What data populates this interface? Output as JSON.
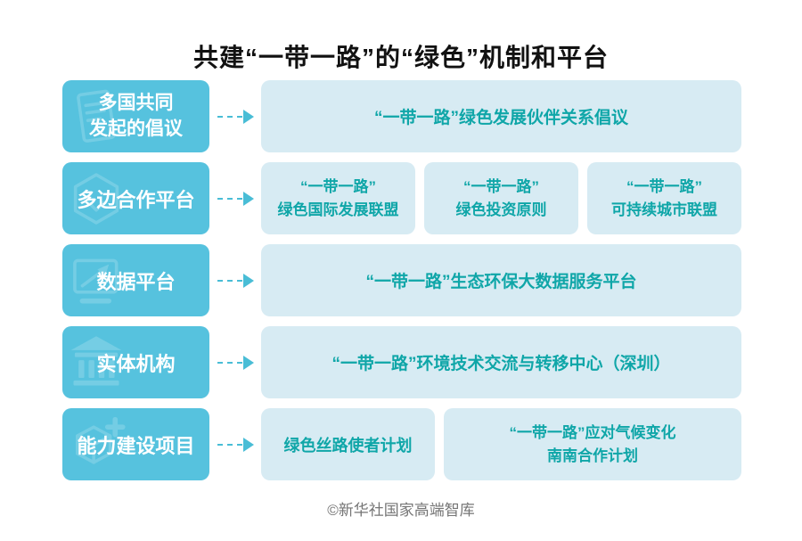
{
  "title": "共建“一带一路”的“绿色”机制和平台",
  "footer": "©新华社国家高端智库",
  "colors": {
    "category_box": "#56c2de",
    "item_box": "#d7ebf3",
    "item_text": "#0fa6a8",
    "arrow": "#49bdd6",
    "title_text": "#111111",
    "footer_text": "#757575"
  },
  "rows": [
    {
      "category": "多国共同\n发起的倡议",
      "icon": "document-icon",
      "items": [
        "“一带一路”绿色发展伙伴关系倡议"
      ]
    },
    {
      "category": "多边合作平台",
      "icon": "hexagon-icon",
      "items": [
        "“一带一路”\n绿色国际发展联盟",
        "“一带一路”\n绿色投资原则",
        "“一带一路”\n可持续城市联盟"
      ]
    },
    {
      "category": "数据平台",
      "icon": "data-chart-icon",
      "items": [
        "“一带一路”生态环保大数据服务平台"
      ]
    },
    {
      "category": "实体机构",
      "icon": "bank-icon",
      "items": [
        "“一带一路”环境技术交流与转移中心（深圳）"
      ]
    },
    {
      "category": "能力建设项目",
      "icon": "cube-plus-icon",
      "items": [
        "绿色丝路使者计划",
        "“一带一路”应对气候变化\n南南合作计划"
      ]
    }
  ]
}
